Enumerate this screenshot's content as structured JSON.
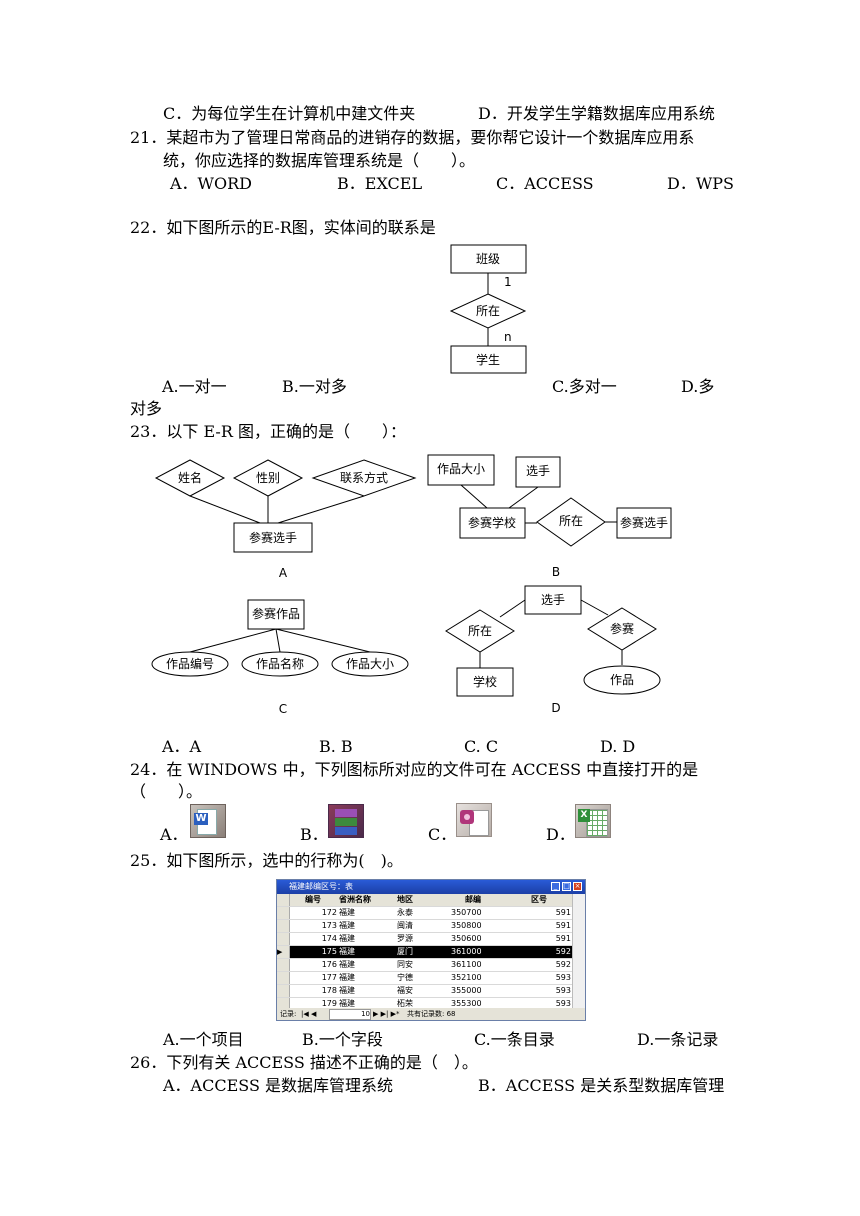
{
  "q20": {
    "optC": "C．为每位学生在计算机中建文件夹",
    "optD": "D．开发学生学籍数据库应用系统"
  },
  "q21": {
    "stem1": "21．某超市为了管理日常商品的进销存的数据，要你帮它设计一个数据库应用系",
    "stem2": "统，你应选择的数据库管理系统是（　　）。",
    "options": [
      "A．WORD",
      "B．EXCEL",
      "C．ACCESS",
      "D．WPS"
    ]
  },
  "q22": {
    "stem": "22．如下图所示的E-R图，实体间的联系是",
    "diagram": {
      "entity1": "班级",
      "relation": "所在",
      "entity2": "学生",
      "card1": "1",
      "card2": "n"
    },
    "options": [
      "A.一对一",
      "B.一对多",
      "C.多对一",
      "D.多"
    ],
    "wrap": "对多"
  },
  "q23": {
    "stem": "23．以下 E-R 图，正确的是（　　）：",
    "A": {
      "attrs": [
        "姓名",
        "性别",
        "联系方式"
      ],
      "entity": "参赛选手",
      "caption": "A"
    },
    "B": {
      "attr1": "作品大小",
      "attr2": "选手",
      "entity": "参赛学校",
      "relation": "所在",
      "entity2": "参赛选手",
      "caption": "B"
    },
    "C": {
      "entity": "参赛作品",
      "attrs": [
        "作品编号",
        "作品名称",
        "作品大小"
      ],
      "caption": "C"
    },
    "D": {
      "top": "选手",
      "rel1": "所在",
      "rel2": "参赛",
      "left": "学校",
      "right": "作品",
      "caption": "D"
    },
    "options": [
      "A．A",
      "B. B",
      "C. C",
      "D. D"
    ]
  },
  "q24": {
    "stem1": "24．在 WINDOWS 中，下列图标所对应的文件可在 ACCESS 中直接打开的是",
    "stem2": "（　　）。",
    "labels": [
      "A．",
      "B．",
      "C．",
      "D．"
    ],
    "icons": [
      "word-doc-icon",
      "winrar-archive-icon",
      "access-db-icon",
      "excel-sheet-icon"
    ]
  },
  "q25": {
    "stem": "25．如下图所示，选中的行称为(　)。",
    "window": {
      "title": "福建邮编区号：表",
      "headers": [
        "编号",
        "省洲名称",
        "地区",
        "邮编",
        "区号"
      ],
      "rows": [
        [
          "172",
          "福建",
          "永泰",
          "350700",
          "591"
        ],
        [
          "173",
          "福建",
          "闽清",
          "350800",
          "591"
        ],
        [
          "174",
          "福建",
          "罗源",
          "350600",
          "591"
        ],
        [
          "175",
          "福建",
          "厦门",
          "361000",
          "592"
        ],
        [
          "176",
          "福建",
          "同安",
          "361100",
          "592"
        ],
        [
          "177",
          "福建",
          "宁德",
          "352100",
          "593"
        ],
        [
          "178",
          "福建",
          "福安",
          "355000",
          "593"
        ],
        [
          "179",
          "福建",
          "柘荣",
          "355300",
          "593"
        ]
      ],
      "selected_index": 3,
      "nav_label": "记录:",
      "nav_value": "10",
      "nav_total": "共有记录数: 68"
    },
    "options": [
      "A.一个项目",
      "B.一个字段",
      "C.一条目录",
      "D.一条记录"
    ]
  },
  "q26": {
    "stem": "26．下列有关 ACCESS 描述不正确的是（　）。",
    "optA": "A．ACCESS 是数据库管理系统",
    "optB": "B．ACCESS 是关系型数据库管理"
  }
}
